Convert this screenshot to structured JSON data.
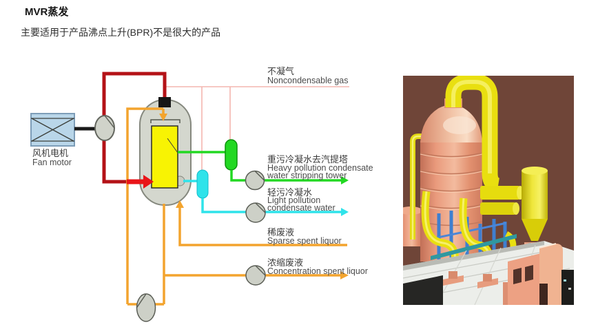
{
  "page": {
    "title": "MVR蒸发",
    "subtitle": "主要适用于产品沸点上升(BPR)不是很大的产品"
  },
  "diagram": {
    "labels": {
      "fan_motor": {
        "zh": "风机电机",
        "en": "Fan motor"
      },
      "noncondensable_gas": {
        "zh": "不凝气",
        "en": "Noncondensable gas"
      },
      "heavy_condensate": {
        "zh": "重污冷凝水去汽提塔",
        "en1": "Heavy pollution condensate",
        "en2": "water stripping tower"
      },
      "light_condensate": {
        "zh": "轻污冷凝水",
        "en1": "Light pollution",
        "en2": "condensate water"
      },
      "sparse_liquor": {
        "zh": "稀废液",
        "en": "Sparse spent liquor"
      },
      "concentrated_liquor": {
        "zh": "浓缩废液",
        "en": "Concentration spent liquor"
      }
    },
    "colors": {
      "vapor_pipe": "#b41217",
      "inlet_arrow": "#e91418",
      "feed_pipe": "#f3a42e",
      "heavy_condensate_line": "#22d822",
      "light_condensate_line": "#2fe3ea",
      "vent_line": "#f4b6af",
      "vessel_fill": "#d4d7ce",
      "heater_fill": "#f8f303",
      "motor_fill": "#b9d6e9",
      "pump_fill": "#cdd0c7",
      "photo_background": "#6f4538"
    }
  }
}
